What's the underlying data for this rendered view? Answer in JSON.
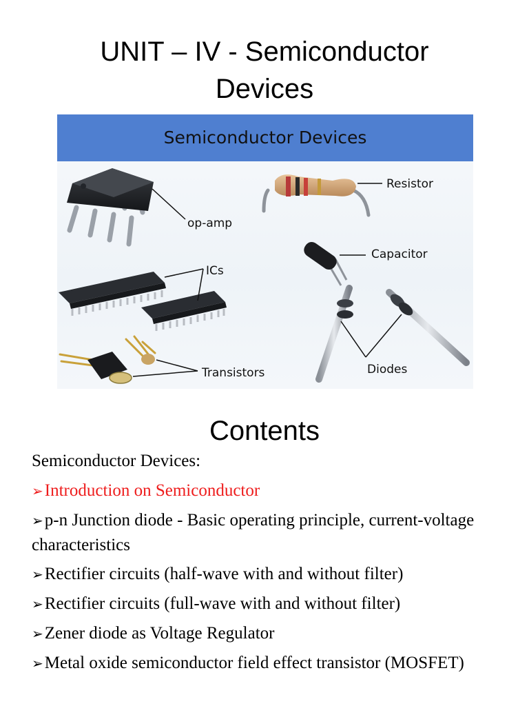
{
  "slide": {
    "title_line1": "UNIT – IV - Semiconductor",
    "title_line2": "Devices"
  },
  "figure": {
    "header": "Semiconductor Devices",
    "labels": {
      "resistor": "Resistor",
      "op_amp": "op-amp",
      "capacitor": "Capacitor",
      "ics": "ICs",
      "transistors": "Transistors",
      "diodes": "Diodes"
    },
    "colors": {
      "header_bg": "#4f7fd0"
    }
  },
  "contents": {
    "heading": "Contents",
    "intro": "Semiconductor Devices:",
    "bullet_glyph": "➢",
    "highlight_color": "#ee1c1c",
    "items": [
      "Introduction on Semiconductor",
      "p-n Junction diode - Basic operating principle, current-voltage characteristics",
      "Rectifier circuits (half-wave with and without filter)",
      "Rectifier circuits (full-wave with and without filter)",
      "Zener diode as Voltage Regulator",
      "Metal oxide semiconductor field effect transistor (MOSFET)"
    ]
  }
}
